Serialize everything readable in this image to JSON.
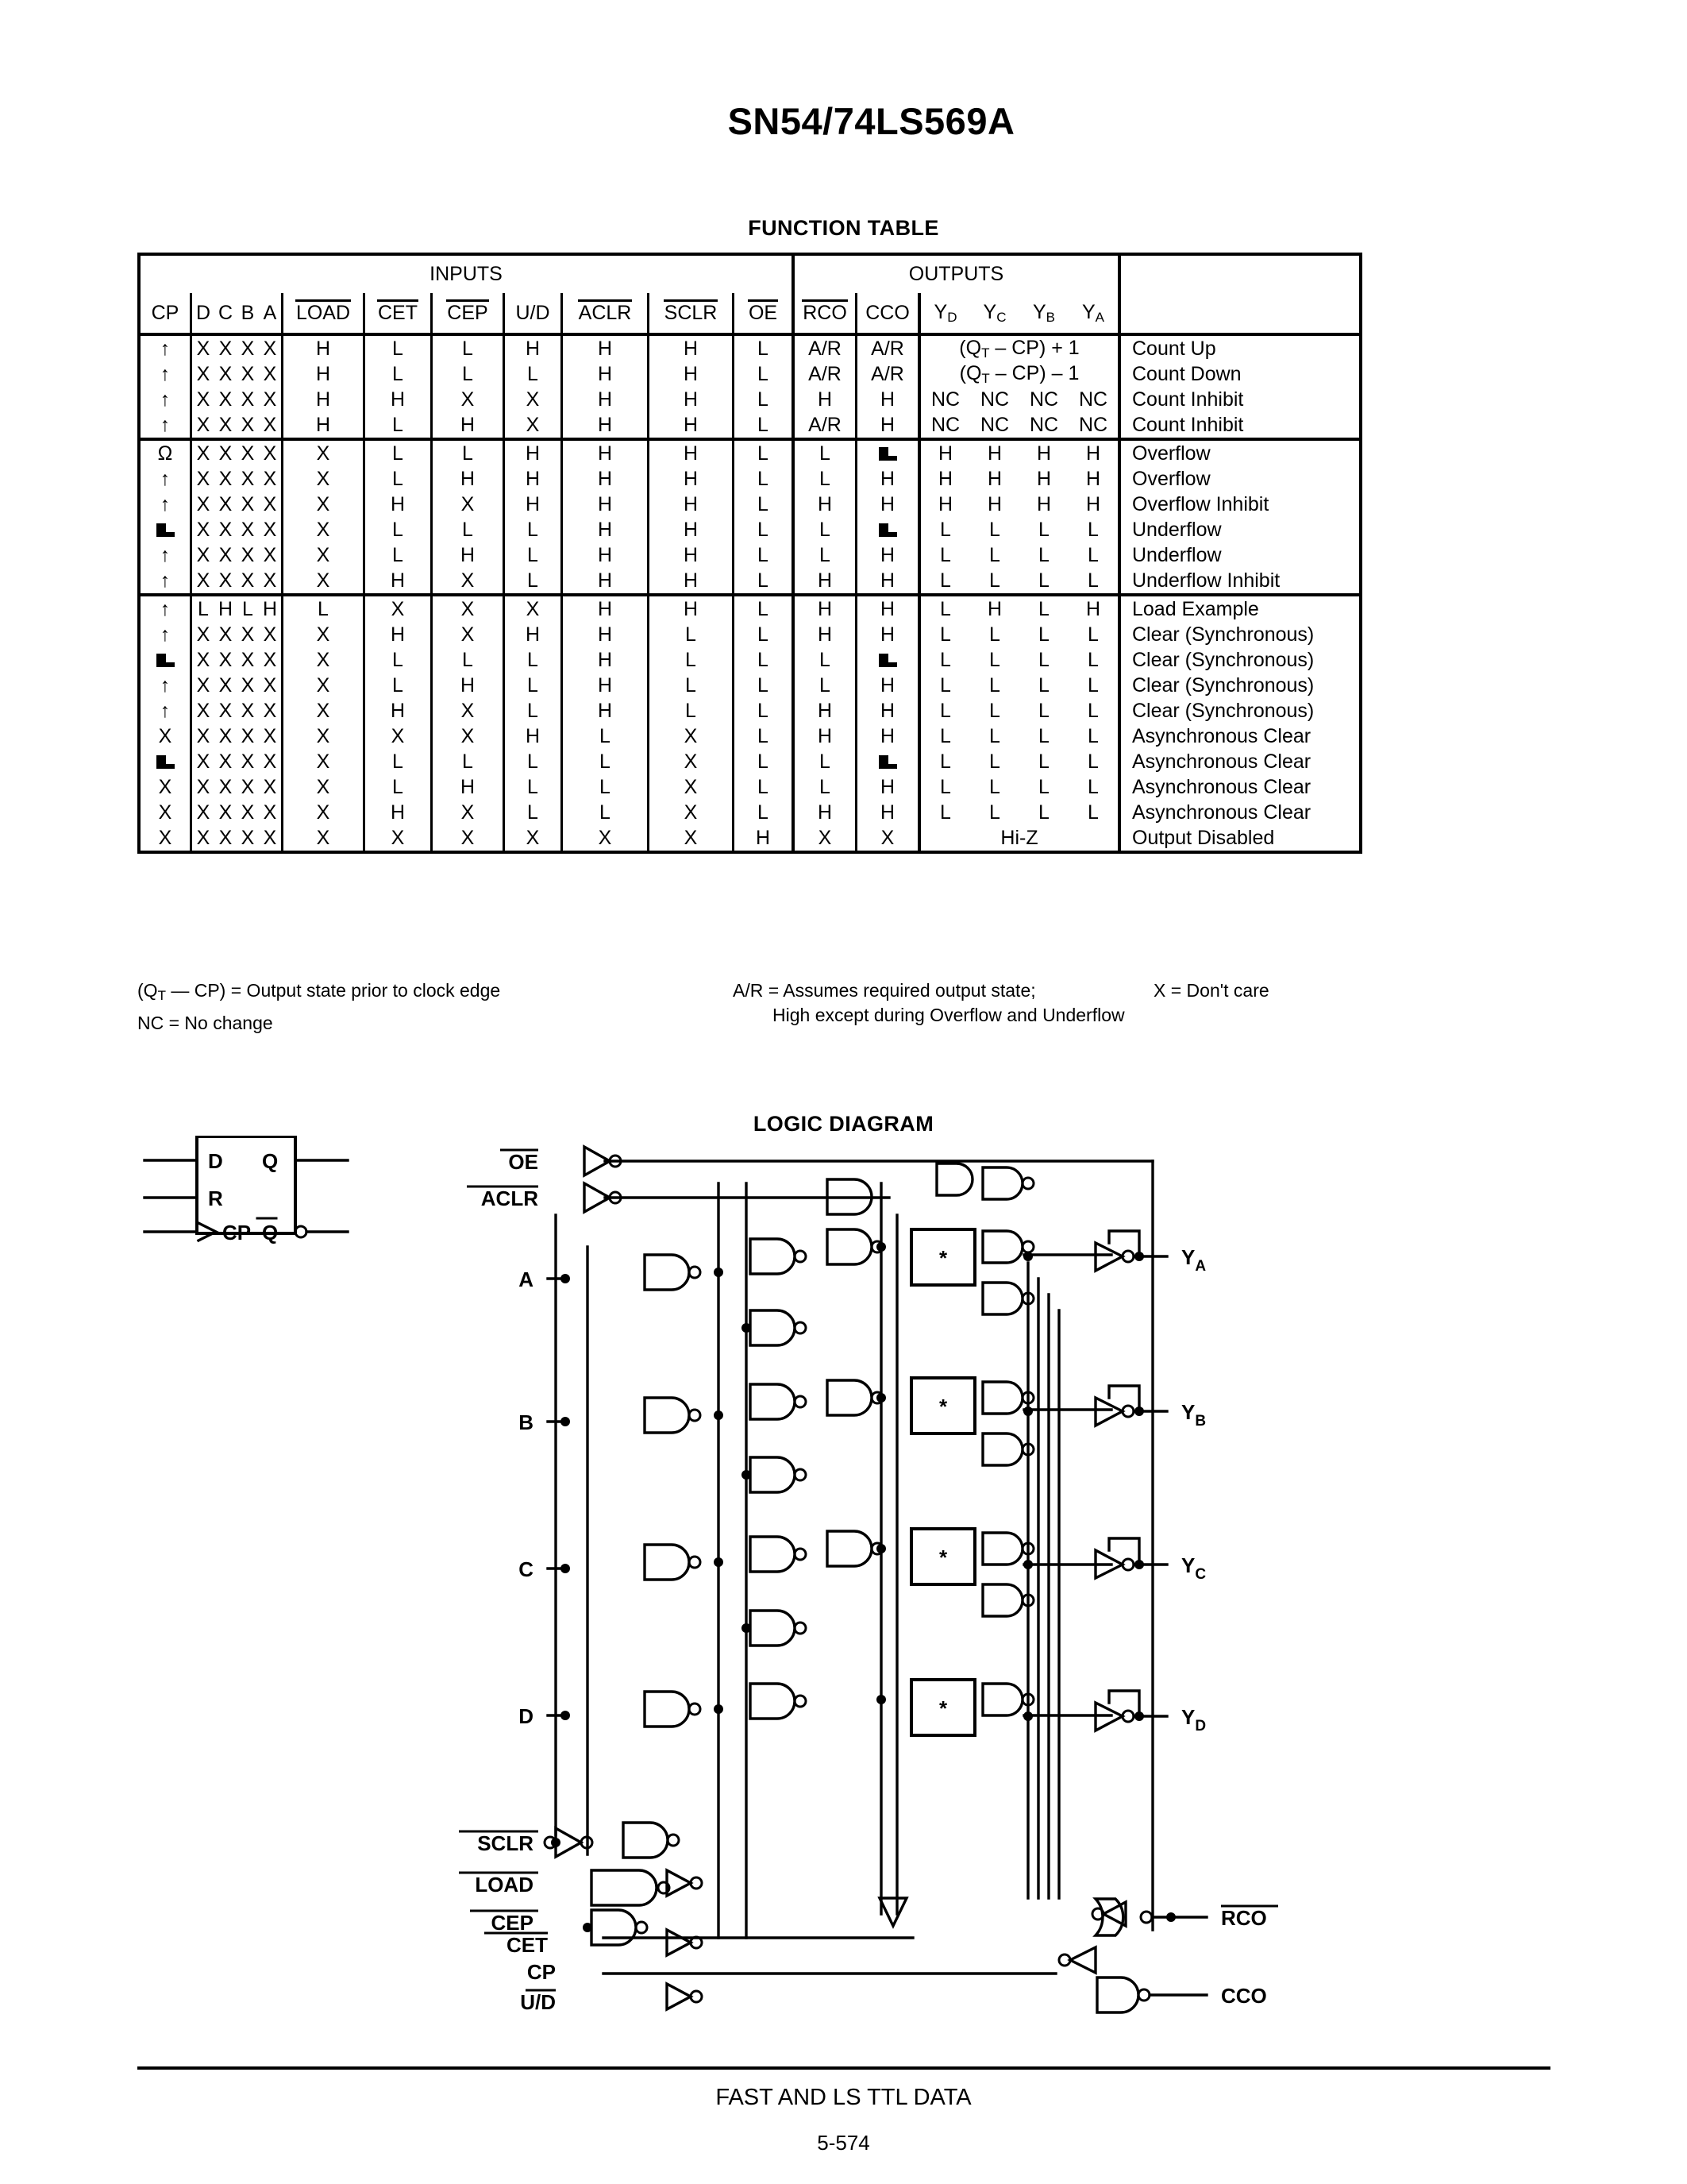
{
  "header": {
    "part_number": "SN54/74LS569A"
  },
  "function_table": {
    "title": "FUNCTION TABLE",
    "group_headers": {
      "inputs": "INPUTS",
      "outputs": "OUTPUTS"
    },
    "columns": {
      "cp": "CP",
      "d": "D",
      "c": "C",
      "b": "B",
      "a": "A",
      "load": "LOAD",
      "cet": "CET",
      "cep": "CEP",
      "ud": "U/D",
      "aclr": "ACLR",
      "sclr": "SCLR",
      "oe": "OE",
      "rco": "RCO",
      "cco": "CCO",
      "yd": "Y",
      "yd_sub": "D",
      "yc": "Y",
      "yc_sub": "C",
      "yb": "Y",
      "yb_sub": "B",
      "ya": "Y",
      "ya_sub": "A"
    },
    "blocks": [
      {
        "rows": [
          {
            "cp": "UP",
            "d": "X",
            "c": "X",
            "b": "X",
            "a": "X",
            "load": "H",
            "cet": "L",
            "cep": "L",
            "ud": "H",
            "aclr": "H",
            "sclr": "H",
            "oe": "L",
            "rco": "A/R",
            "cco": "A/R",
            "span": "(QT – CP) + 1",
            "desc": "Count Up"
          },
          {
            "cp": "UP",
            "d": "X",
            "c": "X",
            "b": "X",
            "a": "X",
            "load": "H",
            "cet": "L",
            "cep": "L",
            "ud": "L",
            "aclr": "H",
            "sclr": "H",
            "oe": "L",
            "rco": "A/R",
            "cco": "A/R",
            "span": "(QT – CP) – 1",
            "desc": "Count Down"
          },
          {
            "cp": "UP",
            "d": "X",
            "c": "X",
            "b": "X",
            "a": "X",
            "load": "H",
            "cet": "H",
            "cep": "X",
            "ud": "X",
            "aclr": "H",
            "sclr": "H",
            "oe": "L",
            "rco": "H",
            "cco": "H",
            "yd": "NC",
            "yc": "NC",
            "yb": "NC",
            "ya": "NC",
            "desc": "Count Inhibit"
          },
          {
            "cp": "UP",
            "d": "X",
            "c": "X",
            "b": "X",
            "a": "X",
            "load": "H",
            "cet": "L",
            "cep": "H",
            "ud": "X",
            "aclr": "H",
            "sclr": "H",
            "oe": "L",
            "rco": "A/R",
            "cco": "H",
            "yd": "NC",
            "yc": "NC",
            "yb": "NC",
            "ya": "NC",
            "desc": "Count Inhibit"
          }
        ]
      },
      {
        "rows": [
          {
            "cp": "OMEGA",
            "d": "X",
            "c": "X",
            "b": "X",
            "a": "X",
            "load": "X",
            "cet": "L",
            "cep": "L",
            "ud": "H",
            "aclr": "H",
            "sclr": "H",
            "oe": "L",
            "rco": "L",
            "cco": "PULSE",
            "yd": "H",
            "yc": "H",
            "yb": "H",
            "ya": "H",
            "desc": "Overflow"
          },
          {
            "cp": "UP",
            "d": "X",
            "c": "X",
            "b": "X",
            "a": "X",
            "load": "X",
            "cet": "L",
            "cep": "H",
            "ud": "H",
            "aclr": "H",
            "sclr": "H",
            "oe": "L",
            "rco": "L",
            "cco": "H",
            "yd": "H",
            "yc": "H",
            "yb": "H",
            "ya": "H",
            "desc": "Overflow"
          },
          {
            "cp": "UP",
            "d": "X",
            "c": "X",
            "b": "X",
            "a": "X",
            "load": "X",
            "cet": "H",
            "cep": "X",
            "ud": "H",
            "aclr": "H",
            "sclr": "H",
            "oe": "L",
            "rco": "H",
            "cco": "H",
            "yd": "H",
            "yc": "H",
            "yb": "H",
            "ya": "H",
            "desc": "Overflow Inhibit"
          },
          {
            "cp": "PULSE",
            "d": "X",
            "c": "X",
            "b": "X",
            "a": "X",
            "load": "X",
            "cet": "L",
            "cep": "L",
            "ud": "L",
            "aclr": "H",
            "sclr": "H",
            "oe": "L",
            "rco": "L",
            "cco": "PULSE",
            "yd": "L",
            "yc": "L",
            "yb": "L",
            "ya": "L",
            "desc": "Underflow"
          },
          {
            "cp": "UP",
            "d": "X",
            "c": "X",
            "b": "X",
            "a": "X",
            "load": "X",
            "cet": "L",
            "cep": "H",
            "ud": "L",
            "aclr": "H",
            "sclr": "H",
            "oe": "L",
            "rco": "L",
            "cco": "H",
            "yd": "L",
            "yc": "L",
            "yb": "L",
            "ya": "L",
            "desc": "Underflow"
          },
          {
            "cp": "UP",
            "d": "X",
            "c": "X",
            "b": "X",
            "a": "X",
            "load": "X",
            "cet": "H",
            "cep": "X",
            "ud": "L",
            "aclr": "H",
            "sclr": "H",
            "oe": "L",
            "rco": "H",
            "cco": "H",
            "yd": "L",
            "yc": "L",
            "yb": "L",
            "ya": "L",
            "desc": "Underflow Inhibit"
          }
        ]
      },
      {
        "rows": [
          {
            "cp": "UP",
            "d": "L",
            "c": "H",
            "b": "L",
            "a": "H",
            "load": "L",
            "cet": "X",
            "cep": "X",
            "ud": "X",
            "aclr": "H",
            "sclr": "H",
            "oe": "L",
            "rco": "H",
            "cco": "H",
            "yd": "L",
            "yc": "H",
            "yb": "L",
            "ya": "H",
            "desc": "Load Example"
          },
          {
            "cp": "UP",
            "d": "X",
            "c": "X",
            "b": "X",
            "a": "X",
            "load": "X",
            "cet": "H",
            "cep": "X",
            "ud": "H",
            "aclr": "H",
            "sclr": "L",
            "oe": "L",
            "rco": "H",
            "cco": "H",
            "yd": "L",
            "yc": "L",
            "yb": "L",
            "ya": "L",
            "desc": "Clear (Synchronous)"
          },
          {
            "cp": "PULSE",
            "d": "X",
            "c": "X",
            "b": "X",
            "a": "X",
            "load": "X",
            "cet": "L",
            "cep": "L",
            "ud": "L",
            "aclr": "H",
            "sclr": "L",
            "oe": "L",
            "rco": "L",
            "cco": "PULSE",
            "yd": "L",
            "yc": "L",
            "yb": "L",
            "ya": "L",
            "desc": "Clear (Synchronous)"
          },
          {
            "cp": "UP",
            "d": "X",
            "c": "X",
            "b": "X",
            "a": "X",
            "load": "X",
            "cet": "L",
            "cep": "H",
            "ud": "L",
            "aclr": "H",
            "sclr": "L",
            "oe": "L",
            "rco": "L",
            "cco": "H",
            "yd": "L",
            "yc": "L",
            "yb": "L",
            "ya": "L",
            "desc": "Clear (Synchronous)"
          },
          {
            "cp": "UP",
            "d": "X",
            "c": "X",
            "b": "X",
            "a": "X",
            "load": "X",
            "cet": "H",
            "cep": "X",
            "ud": "L",
            "aclr": "H",
            "sclr": "L",
            "oe": "L",
            "rco": "H",
            "cco": "H",
            "yd": "L",
            "yc": "L",
            "yb": "L",
            "ya": "L",
            "desc": "Clear (Synchronous)"
          },
          {
            "cp": "X",
            "d": "X",
            "c": "X",
            "b": "X",
            "a": "X",
            "load": "X",
            "cet": "X",
            "cep": "X",
            "ud": "H",
            "aclr": "L",
            "sclr": "X",
            "oe": "L",
            "rco": "H",
            "cco": "H",
            "yd": "L",
            "yc": "L",
            "yb": "L",
            "ya": "L",
            "desc": "Asynchronous Clear"
          },
          {
            "cp": "PULSE",
            "d": "X",
            "c": "X",
            "b": "X",
            "a": "X",
            "load": "X",
            "cet": "L",
            "cep": "L",
            "ud": "L",
            "aclr": "L",
            "sclr": "X",
            "oe": "L",
            "rco": "L",
            "cco": "PULSE",
            "yd": "L",
            "yc": "L",
            "yb": "L",
            "ya": "L",
            "desc": "Asynchronous Clear"
          },
          {
            "cp": "X",
            "d": "X",
            "c": "X",
            "b": "X",
            "a": "X",
            "load": "X",
            "cet": "L",
            "cep": "H",
            "ud": "L",
            "aclr": "L",
            "sclr": "X",
            "oe": "L",
            "rco": "L",
            "cco": "H",
            "yd": "L",
            "yc": "L",
            "yb": "L",
            "ya": "L",
            "desc": "Asynchronous Clear"
          },
          {
            "cp": "X",
            "d": "X",
            "c": "X",
            "b": "X",
            "a": "X",
            "load": "X",
            "cet": "H",
            "cep": "X",
            "ud": "L",
            "aclr": "L",
            "sclr": "X",
            "oe": "L",
            "rco": "H",
            "cco": "H",
            "yd": "L",
            "yc": "L",
            "yb": "L",
            "ya": "L",
            "desc": "Asynchronous Clear"
          },
          {
            "cp": "X",
            "d": "X",
            "c": "X",
            "b": "X",
            "a": "X",
            "load": "X",
            "cet": "X",
            "cep": "X",
            "ud": "X",
            "aclr": "X",
            "sclr": "X",
            "oe": "H",
            "rco": "X",
            "cco": "X",
            "span": "Hi-Z",
            "desc": "Output Disabled"
          }
        ]
      }
    ],
    "footnotes": {
      "note1": " = Output state prior to clock edge",
      "note1_prefix": "(QT — CP)",
      "note2": "NC = No change",
      "note3": "A/R = Assumes required output state;",
      "note4": "High except during Overflow and Underflow",
      "note5": "X = Don't care"
    }
  },
  "logic_diagram": {
    "title": "LOGIC DIAGRAM",
    "flipflop": {
      "asterisk": "*",
      "d": "D",
      "r": "R",
      "cp": "CP",
      "q": "Q",
      "qbar": "Q"
    },
    "inputs": [
      {
        "label": "OE",
        "overline": true
      },
      {
        "label": "ACLR",
        "overline": true
      },
      {
        "label": "A",
        "overline": false
      },
      {
        "label": "B",
        "overline": false
      },
      {
        "label": "C",
        "overline": false
      },
      {
        "label": "D",
        "overline": false
      },
      {
        "label": "SCLR",
        "overline": true
      },
      {
        "label": "LOAD",
        "overline": true
      },
      {
        "label": "CEP",
        "overline": true
      },
      {
        "label": "CET",
        "overline": true
      },
      {
        "label": "CP",
        "overline": false
      },
      {
        "label": "U/D",
        "overline": false
      }
    ],
    "outputs": [
      {
        "label": "Y",
        "sub": "A"
      },
      {
        "label": "Y",
        "sub": "B"
      },
      {
        "label": "Y",
        "sub": "C"
      },
      {
        "label": "Y",
        "sub": "D"
      },
      {
        "label": "RCO",
        "overline": true
      },
      {
        "label": "CCO",
        "overline": false
      }
    ],
    "block_marker": "*"
  },
  "footer": {
    "title": "FAST AND LS TTL DATA",
    "page": "5-574"
  }
}
